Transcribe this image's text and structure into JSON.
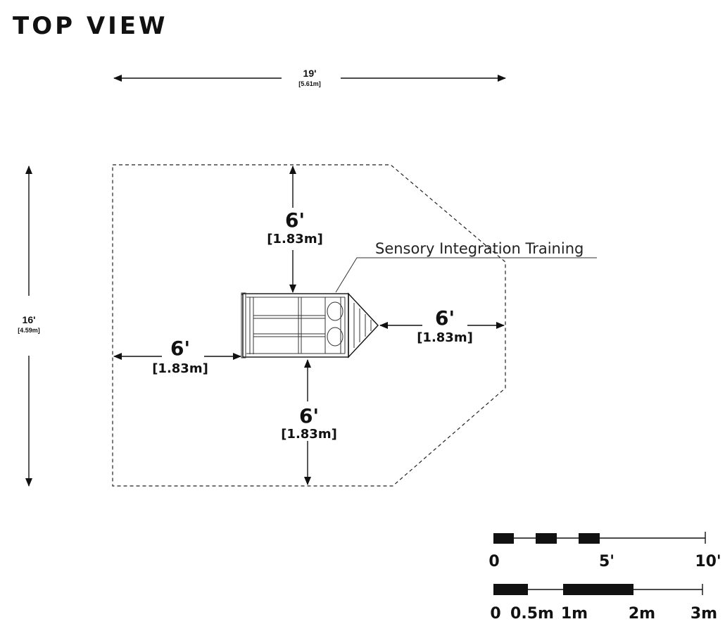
{
  "title": "TOP VIEW",
  "overall_width": {
    "ft": "19'",
    "m": "[5.61m]"
  },
  "overall_depth": {
    "ft": "16'",
    "m": "[4.59m]"
  },
  "clearance_top": {
    "ft": "6'",
    "m": "[1.83m]"
  },
  "clearance_left": {
    "ft": "6'",
    "m": "[1.83m]"
  },
  "clearance_right": {
    "ft": "6'",
    "m": "[1.83m]"
  },
  "clearance_bottom": {
    "ft": "6'",
    "m": "[1.83m]"
  },
  "equipment_label": "Sensory Integration Training",
  "scale_feet": {
    "labels": [
      "0",
      "5'",
      "10'"
    ]
  },
  "scale_meters": {
    "labels": [
      "0",
      "0.5m",
      "1m",
      "2m",
      "3m"
    ]
  }
}
